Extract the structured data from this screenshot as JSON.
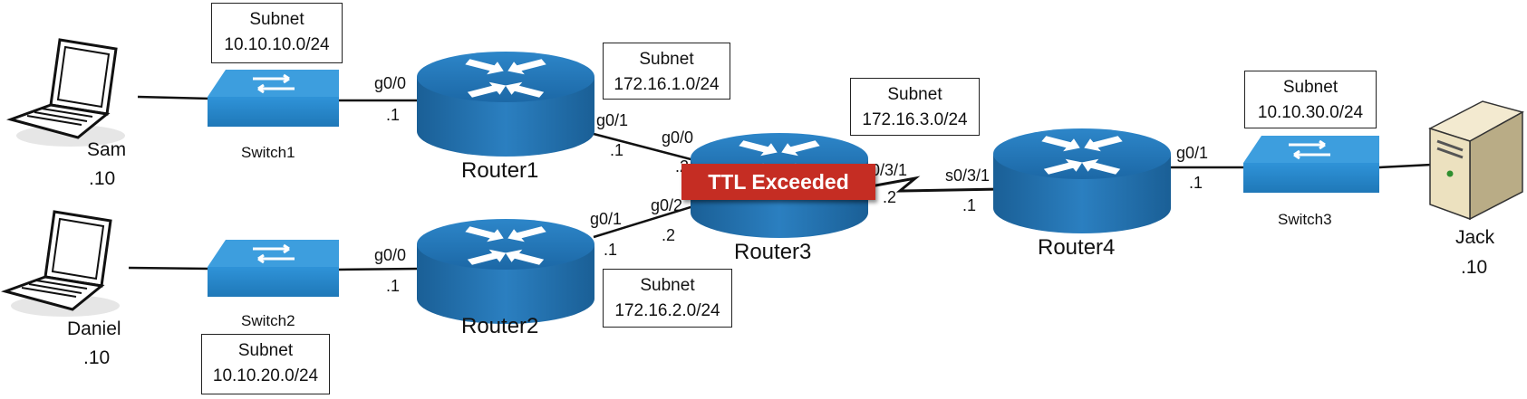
{
  "subnets": {
    "s1": {
      "label": "Subnet",
      "net": "10.10.10.0/24"
    },
    "s2": {
      "label": "Subnet",
      "net": "10.10.20.0/24"
    },
    "r1r3": {
      "label": "Subnet",
      "net": "172.16.1.0/24"
    },
    "r2r3": {
      "label": "Subnet",
      "net": "172.16.2.0/24"
    },
    "r3r4": {
      "label": "Subnet",
      "net": "172.16.3.0/24"
    },
    "s3": {
      "label": "Subnet",
      "net": "10.10.30.0/24"
    }
  },
  "hosts": {
    "sam": {
      "name": "Sam",
      "addr": ".10"
    },
    "daniel": {
      "name": "Daniel",
      "addr": ".10"
    },
    "jack": {
      "name": "Jack",
      "addr": ".10"
    }
  },
  "switches": {
    "switch1": "Switch1",
    "switch2": "Switch2",
    "switch3": "Switch3"
  },
  "routers": {
    "router1": "Router1",
    "router2": "Router2",
    "router3": "Router3",
    "router4": "Router4"
  },
  "ports": {
    "r1_g00": "g0/0",
    "r1_g00_addr": ".1",
    "r1_g01": "g0/1",
    "r1_g01_addr": ".1",
    "r3_g00": "g0/0",
    "r3_g00_addr": ".2",
    "r2_g00": "g0/0",
    "r2_g00_addr": ".1",
    "r2_g01": "g0/1",
    "r2_g01_addr": ".1",
    "r3_g02": "g0/2",
    "r3_g02_addr": ".2",
    "r3_s031": "s0/3/1",
    "r3_s031_addr": ".2",
    "r4_s031": "s0/3/1",
    "r4_s031_addr": ".1",
    "r4_g01": "g0/1",
    "r4_g01_addr": ".1"
  },
  "alert": {
    "text": "TTL Exceeded",
    "color": "#c52d23"
  },
  "colors": {
    "router": "#1f6fad",
    "switch": "#2a86c8",
    "link": "#111111"
  }
}
